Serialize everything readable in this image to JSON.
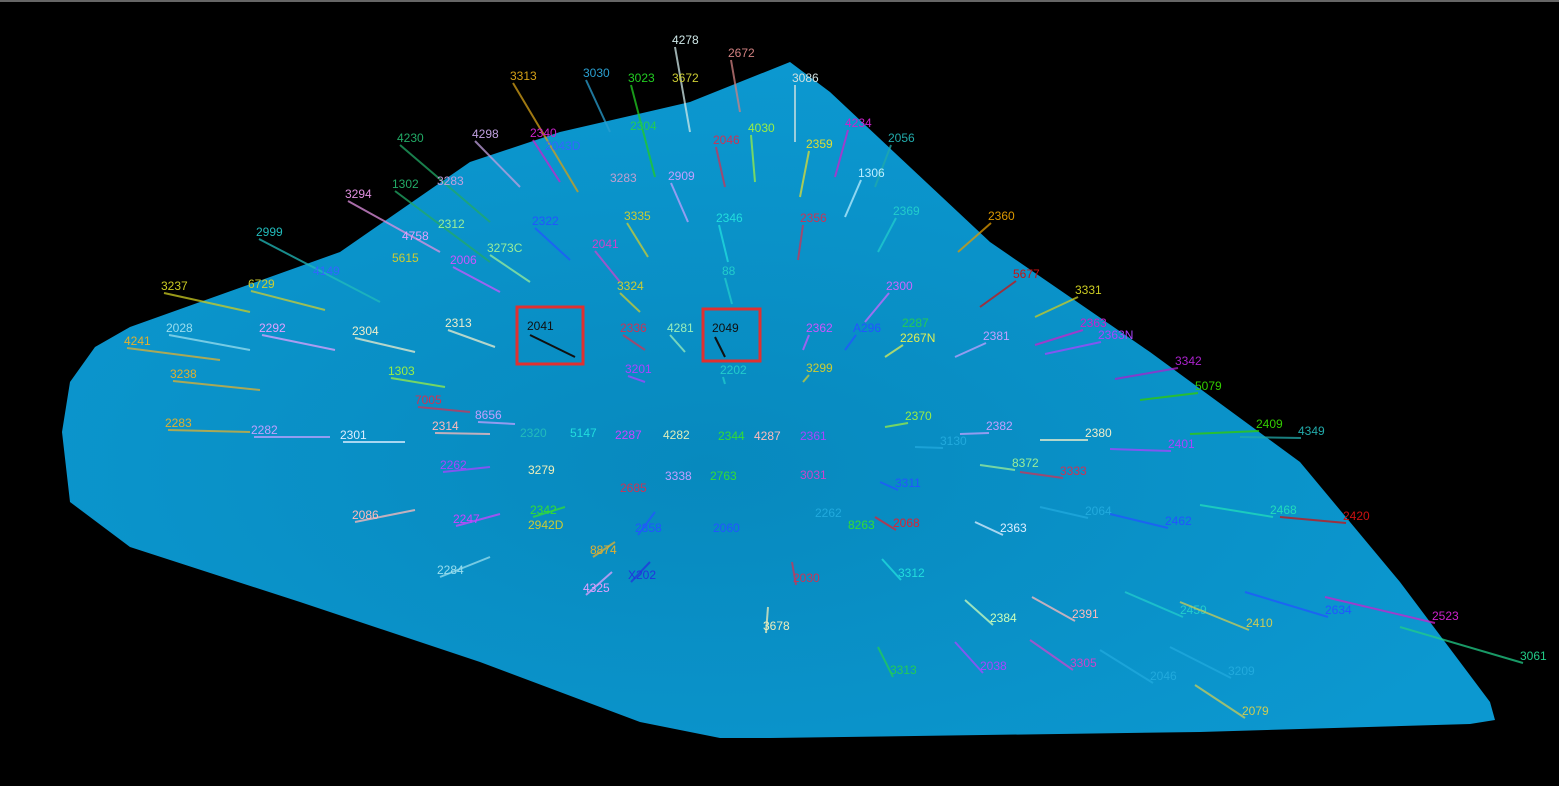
{
  "view": {
    "surface_color": "#0a94cc",
    "background": "#000000",
    "highlight_color": "#e03030"
  },
  "highlighted_wells": [
    {
      "label": "2041",
      "color": "#101010"
    },
    {
      "label": "2049",
      "color": "#101010"
    }
  ],
  "wells": [
    {
      "label": "3313",
      "color": "#d4a017"
    },
    {
      "label": "3030",
      "color": "#2a9fd0"
    },
    {
      "label": "3023",
      "color": "#22cc22"
    },
    {
      "label": "4278",
      "color": "#cfe8e8"
    },
    {
      "label": "3672",
      "color": "#cccc33"
    },
    {
      "label": "2672",
      "color": "#d08080"
    },
    {
      "label": "3086",
      "color": "#cfe0e0"
    },
    {
      "label": "4230",
      "color": "#22aa66"
    },
    {
      "label": "4298",
      "color": "#c0a0e0"
    },
    {
      "label": "2340",
      "color": "#cc22cc"
    },
    {
      "label": "2043D",
      "color": "#3366ff"
    },
    {
      "label": "3294",
      "color": "#e090e0"
    },
    {
      "label": "1302",
      "color": "#22aa66"
    },
    {
      "label": "3283",
      "color": "#c0a0e0"
    },
    {
      "label": "2312",
      "color": "#99ee99"
    },
    {
      "label": "2999",
      "color": "#22bbbb"
    },
    {
      "label": "4758",
      "color": "#e0a0ff"
    },
    {
      "label": "3273C",
      "color": "#99ee99"
    },
    {
      "label": "2322",
      "color": "#2255ff"
    },
    {
      "label": "5615",
      "color": "#cccc33"
    },
    {
      "label": "2006",
      "color": "#cc55ff"
    },
    {
      "label": "4149",
      "color": "#3366ff"
    },
    {
      "label": "3237",
      "color": "#cccc22"
    },
    {
      "label": "6729",
      "color": "#cccc33"
    },
    {
      "label": "2304",
      "color": "#22cc55"
    },
    {
      "label": "3283",
      "color": "#c0a0d0"
    },
    {
      "label": "2909",
      "color": "#c0a0ff"
    },
    {
      "label": "2046",
      "color": "#cc3355"
    },
    {
      "label": "4030",
      "color": "#99ee44"
    },
    {
      "label": "4234",
      "color": "#cc22cc"
    },
    {
      "label": "2359",
      "color": "#dddd33"
    },
    {
      "label": "2056",
      "color": "#22aaaa"
    },
    {
      "label": "1306",
      "color": "#bbeeff"
    },
    {
      "label": "3335",
      "color": "#cccc33"
    },
    {
      "label": "2346",
      "color": "#22dddd"
    },
    {
      "label": "2356",
      "color": "#cc3355"
    },
    {
      "label": "2369",
      "color": "#22cccc"
    },
    {
      "label": "2360",
      "color": "#dd9900"
    },
    {
      "label": "2041",
      "color": "#cc44cc"
    },
    {
      "label": "88",
      "color": "#22cccc"
    },
    {
      "label": "3324",
      "color": "#cccc33"
    },
    {
      "label": "5677",
      "color": "#cc1111"
    },
    {
      "label": "3331",
      "color": "#cccc22"
    },
    {
      "label": "2300",
      "color": "#cc66ff"
    },
    {
      "label": "2313",
      "color": "#eeeecc"
    },
    {
      "label": "2304",
      "color": "#eeeecc"
    },
    {
      "label": "2292",
      "color": "#e0a0ff"
    },
    {
      "label": "2028",
      "color": "#99ddee"
    },
    {
      "label": "4241",
      "color": "#e0b030"
    },
    {
      "label": "2336",
      "color": "#cc3355"
    },
    {
      "label": "4281",
      "color": "#99eebb"
    },
    {
      "label": "2362",
      "color": "#cc55ff"
    },
    {
      "label": "A296",
      "color": "#2255ff"
    },
    {
      "label": "2287",
      "color": "#22cc55"
    },
    {
      "label": "2267N",
      "color": "#ddee55"
    },
    {
      "label": "2381",
      "color": "#c0a0ff"
    },
    {
      "label": "2363",
      "color": "#cc22cc"
    },
    {
      "label": "2363N",
      "color": "#aa44ff"
    },
    {
      "label": "3201",
      "color": "#aa44ff"
    },
    {
      "label": "2202",
      "color": "#22cccc"
    },
    {
      "label": "3299",
      "color": "#cccc33"
    },
    {
      "label": "3342",
      "color": "#aa22cc"
    },
    {
      "label": "5079",
      "color": "#33cc00"
    },
    {
      "label": "3238",
      "color": "#e0b030"
    },
    {
      "label": "1303",
      "color": "#99ee44"
    },
    {
      "label": "7005",
      "color": "#cc3355"
    },
    {
      "label": "8656",
      "color": "#c0a0ff"
    },
    {
      "label": "2283",
      "color": "#e0b030"
    },
    {
      "label": "2282",
      "color": "#c0a0ff"
    },
    {
      "label": "2301",
      "color": "#ddeeff"
    },
    {
      "label": "2314",
      "color": "#ffbbbb"
    },
    {
      "label": "2320",
      "color": "#22bbbb"
    },
    {
      "label": "5147",
      "color": "#22dddd"
    },
    {
      "label": "2287",
      "color": "#cc44ff"
    },
    {
      "label": "4282",
      "color": "#ddeebb"
    },
    {
      "label": "2344",
      "color": "#33dd33"
    },
    {
      "label": "4287",
      "color": "#ffbbbb"
    },
    {
      "label": "2361",
      "color": "#aa44ff"
    },
    {
      "label": "2370",
      "color": "#99ee44"
    },
    {
      "label": "3130",
      "color": "#22aadd"
    },
    {
      "label": "2382",
      "color": "#c0a0ff"
    },
    {
      "label": "2380",
      "color": "#eeeecc"
    },
    {
      "label": "2401",
      "color": "#aa44ff"
    },
    {
      "label": "2409",
      "color": "#33cc00"
    },
    {
      "label": "4349",
      "color": "#22aaaa"
    },
    {
      "label": "2262",
      "color": "#aa44ff"
    },
    {
      "label": "3279",
      "color": "#eeeebb"
    },
    {
      "label": "3338",
      "color": "#c0a0ff"
    },
    {
      "label": "2763",
      "color": "#33dd33"
    },
    {
      "label": "3031",
      "color": "#cc44cc"
    },
    {
      "label": "3311",
      "color": "#2255ff"
    },
    {
      "label": "8372",
      "color": "#99ee99"
    },
    {
      "label": "3333",
      "color": "#cc3355"
    },
    {
      "label": "2685",
      "color": "#cc3355"
    },
    {
      "label": "2086",
      "color": "#ffbbbb"
    },
    {
      "label": "2247",
      "color": "#cc44ff"
    },
    {
      "label": "2342",
      "color": "#33dd33"
    },
    {
      "label": "2942D",
      "color": "#cccc33"
    },
    {
      "label": "2858",
      "color": "#2255ff"
    },
    {
      "label": "2060",
      "color": "#2255ff"
    },
    {
      "label": "2262",
      "color": "#22aadd"
    },
    {
      "label": "8263",
      "color": "#33dd33"
    },
    {
      "label": "2068",
      "color": "#dd2233"
    },
    {
      "label": "2363",
      "color": "#ddeeff"
    },
    {
      "label": "2064",
      "color": "#22aadd"
    },
    {
      "label": "2462",
      "color": "#2255ff"
    },
    {
      "label": "2468",
      "color": "#22ddbb"
    },
    {
      "label": "2420",
      "color": "#cc1111"
    },
    {
      "label": "2284",
      "color": "#99ddee"
    },
    {
      "label": "8874",
      "color": "#e0b030"
    },
    {
      "label": "4325",
      "color": "#e0a0ff"
    },
    {
      "label": "X202",
      "color": "#2233dd"
    },
    {
      "label": "2030",
      "color": "#cc3355"
    },
    {
      "label": "3312",
      "color": "#22dddd"
    },
    {
      "label": "3678",
      "color": "#eeeebb"
    },
    {
      "label": "2384",
      "color": "#ccffbb"
    },
    {
      "label": "2391",
      "color": "#ffbbbb"
    },
    {
      "label": "2459",
      "color": "#22cccc"
    },
    {
      "label": "2410",
      "color": "#cccc55"
    },
    {
      "label": "2634",
      "color": "#2255ff"
    },
    {
      "label": "2523",
      "color": "#cc22cc"
    },
    {
      "label": "3061",
      "color": "#22cc88"
    },
    {
      "label": "3313",
      "color": "#22cc55"
    },
    {
      "label": "2038",
      "color": "#aa44ff"
    },
    {
      "label": "3305",
      "color": "#cc44cc"
    },
    {
      "label": "2046",
      "color": "#22aadd"
    },
    {
      "label": "3209",
      "color": "#22aadd"
    },
    {
      "label": "2079",
      "color": "#cccc55"
    }
  ]
}
